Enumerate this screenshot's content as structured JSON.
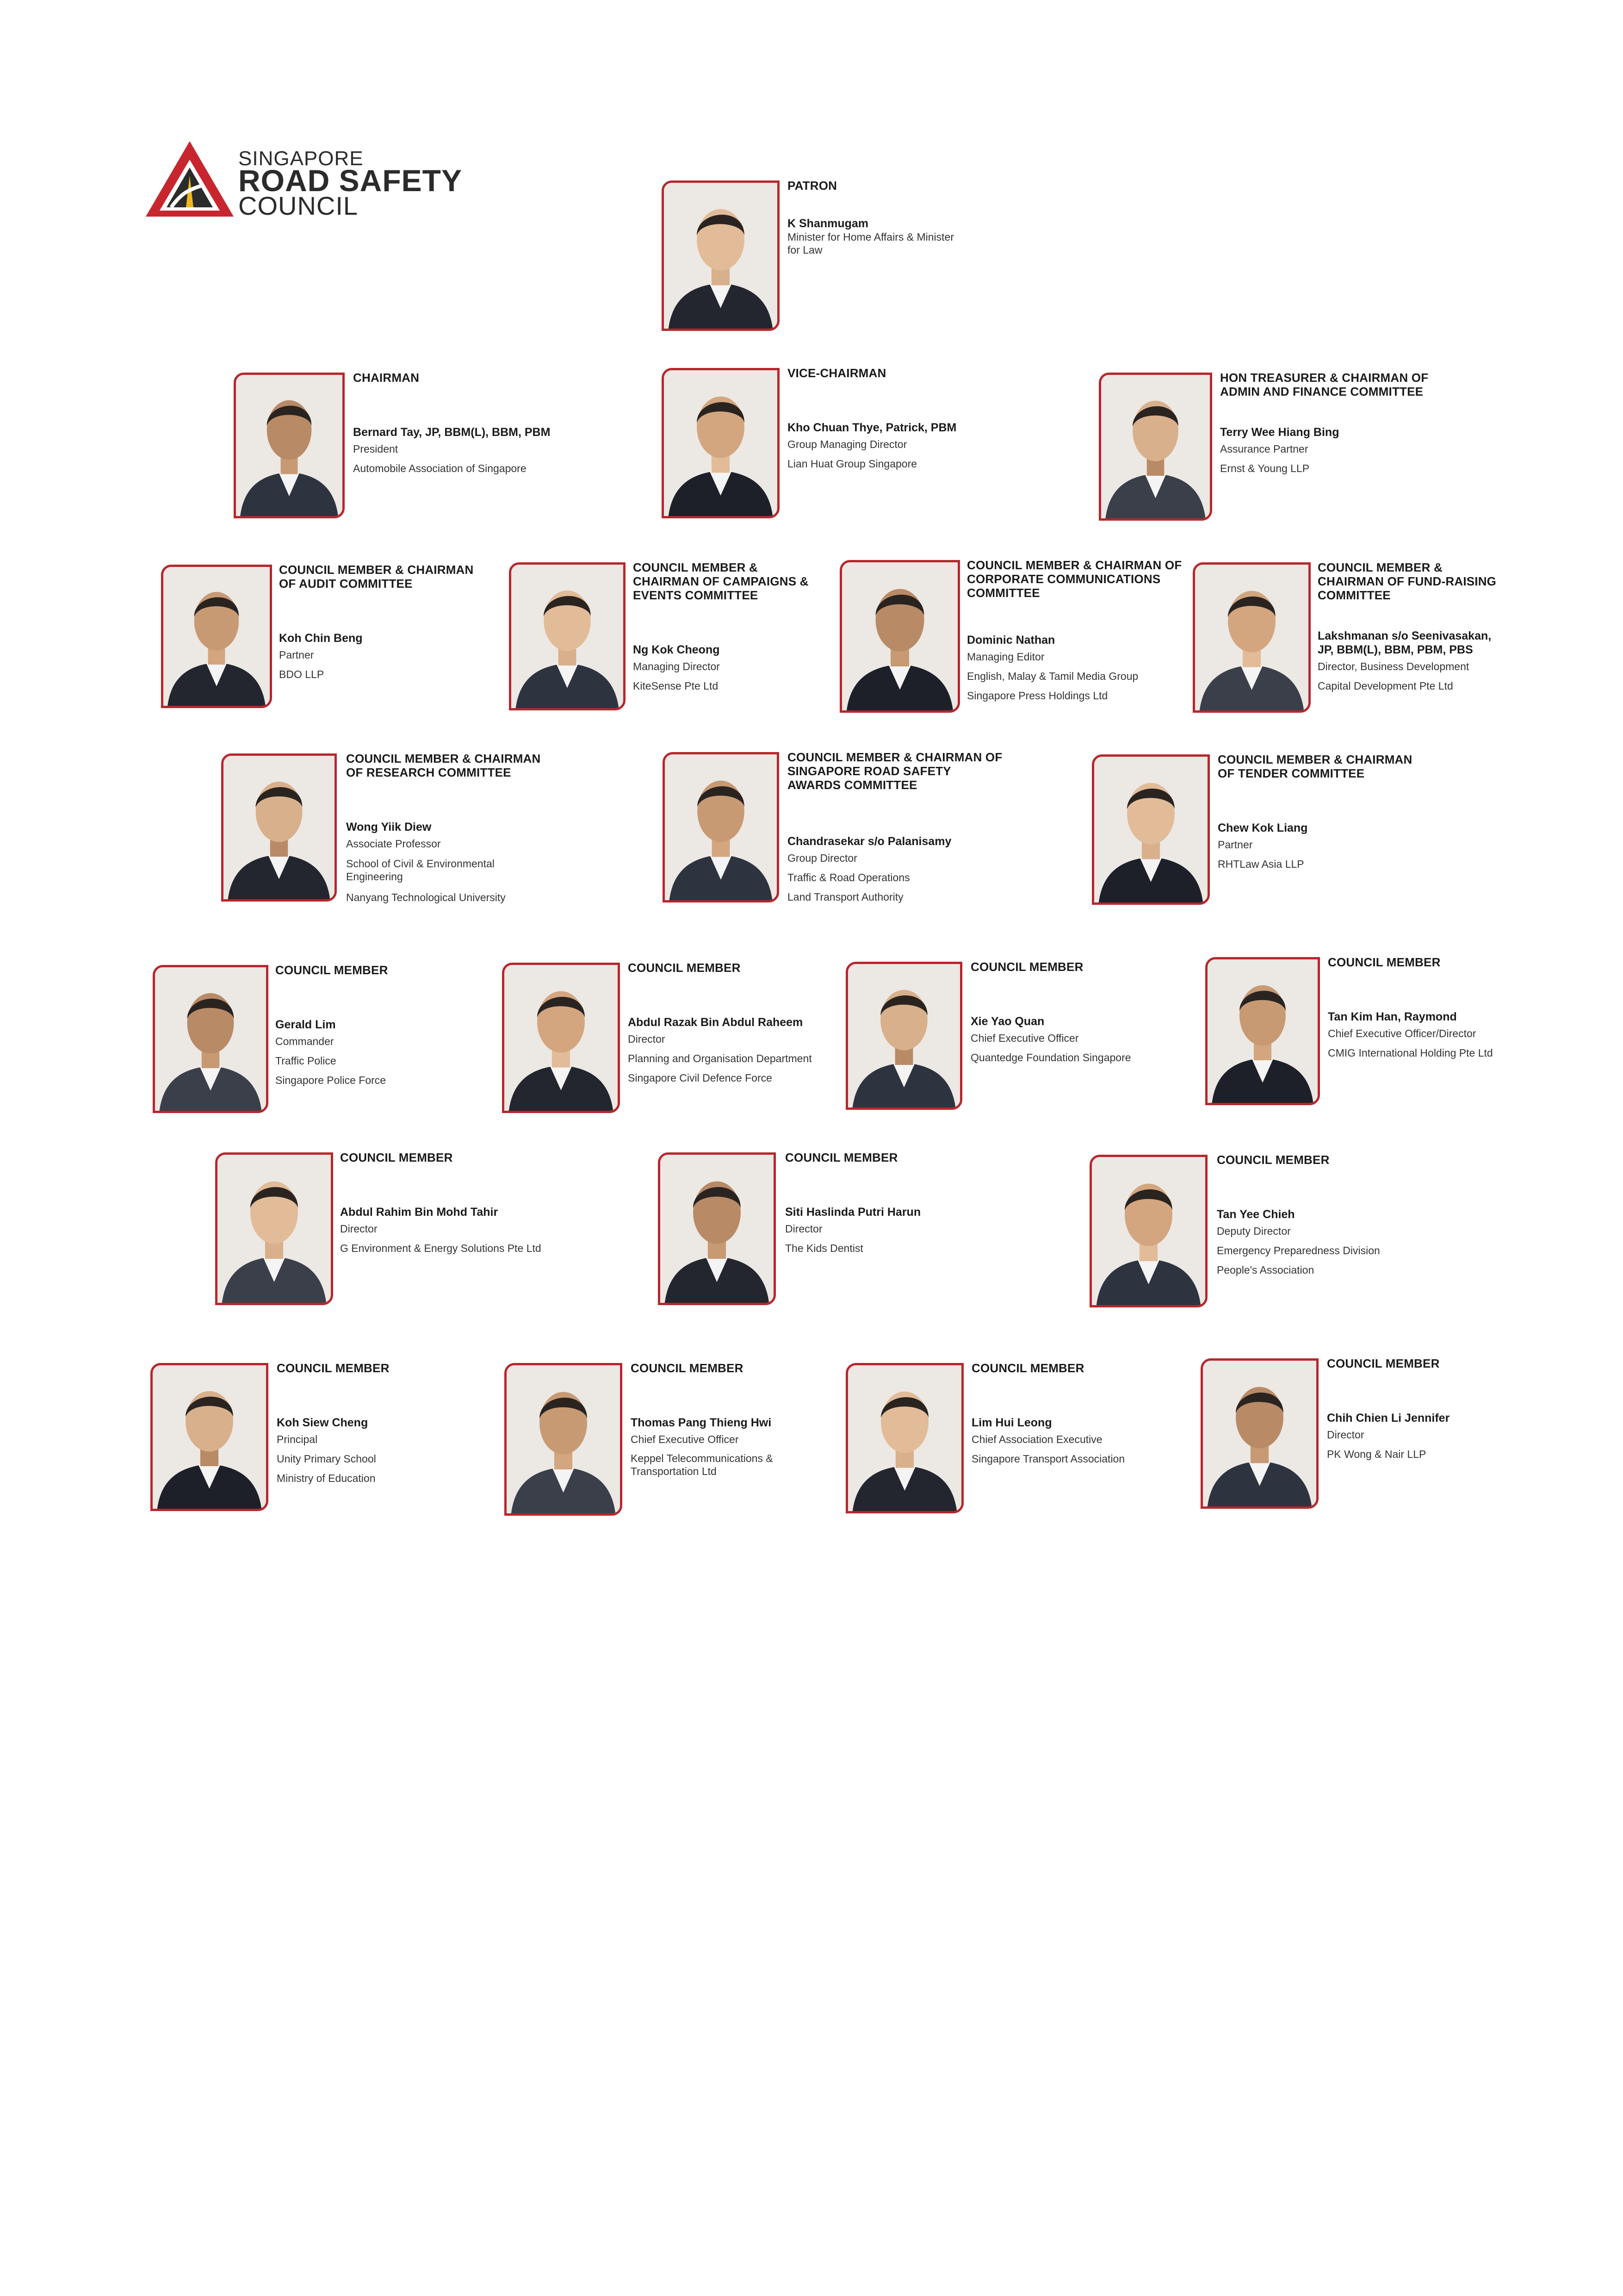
{
  "logo": {
    "line1": "SINGAPORE",
    "line2": "ROAD SAFETY",
    "line3": "COUNCIL",
    "colors": {
      "red": "#c8262e",
      "dark": "#2b2b2b",
      "yellow": "#f2b71d"
    }
  },
  "accent_color": "#b8262d",
  "members": [
    {
      "role": "PATRON",
      "name": "K Shanmugam",
      "details": [
        "Minister for Home Affairs & Minister for Law"
      ]
    },
    {
      "role": "CHAIRMAN",
      "name": "Bernard Tay, JP, BBM(L), BBM, PBM",
      "details": [
        "President",
        "Automobile Association of Singapore"
      ]
    },
    {
      "role": "VICE-CHAIRMAN",
      "name": "Kho Chuan Thye, Patrick, PBM",
      "details": [
        "Group Managing Director",
        "Lian Huat Group Singapore"
      ]
    },
    {
      "role": "HON TREASURER & CHAIRMAN OF\nADMIN AND FINANCE COMMITTEE",
      "name": "Terry Wee Hiang Bing",
      "details": [
        "Assurance Partner",
        "Ernst & Young LLP"
      ]
    },
    {
      "role": "COUNCIL MEMBER & CHAIRMAN\nOF AUDIT COMMITTEE",
      "name": "Koh Chin Beng",
      "details": [
        "Partner",
        "BDO LLP"
      ]
    },
    {
      "role": "COUNCIL MEMBER &\nCHAIRMAN OF CAMPAIGNS &\nEVENTS COMMITTEE",
      "name": "Ng Kok Cheong",
      "details": [
        "Managing Director",
        "KiteSense Pte Ltd"
      ]
    },
    {
      "role": "COUNCIL MEMBER & CHAIRMAN OF\nCORPORATE COMMUNICATIONS\nCOMMITTEE",
      "name": "Dominic Nathan",
      "details": [
        "Managing Editor",
        "English, Malay & Tamil Media Group",
        "Singapore Press Holdings Ltd"
      ]
    },
    {
      "role": "COUNCIL MEMBER &\nCHAIRMAN OF FUND-RAISING\nCOMMITTEE",
      "name": "Lakshmanan s/o Seenivasakan,\nJP, BBM(L), BBM, PBM, PBS",
      "details": [
        "Director, Business Development",
        "Capital Development Pte Ltd"
      ]
    },
    {
      "role": "COUNCIL MEMBER & CHAIRMAN\nOF RESEARCH COMMITTEE",
      "name": "Wong Yiik Diew",
      "details": [
        "Associate Professor",
        "School of Civil & Environmental Engineering",
        "Nanyang Technological University"
      ]
    },
    {
      "role": "COUNCIL MEMBER & CHAIRMAN OF\nSINGAPORE ROAD SAFETY\nAWARDS COMMITTEE",
      "name": "Chandrasekar s/o Palanisamy",
      "details": [
        "Group Director",
        "Traffic & Road Operations",
        "Land Transport Authority"
      ]
    },
    {
      "role": "COUNCIL MEMBER & CHAIRMAN\nOF TENDER COMMITTEE",
      "name": "Chew Kok Liang",
      "details": [
        "Partner",
        "RHTLaw Asia LLP"
      ]
    },
    {
      "role": "COUNCIL MEMBER",
      "name": "Gerald Lim",
      "details": [
        "Commander",
        "Traffic Police",
        "Singapore Police Force"
      ]
    },
    {
      "role": "COUNCIL MEMBER",
      "name": "Abdul Razak Bin Abdul Raheem",
      "details": [
        "Director",
        "Planning and Organisation Department",
        "Singapore Civil Defence Force"
      ]
    },
    {
      "role": "COUNCIL MEMBER",
      "name": "Xie Yao Quan",
      "details": [
        "Chief Executive Officer",
        "Quantedge Foundation Singapore"
      ]
    },
    {
      "role": "COUNCIL MEMBER",
      "name": "Tan Kim Han, Raymond",
      "details": [
        "Chief Executive Officer/Director",
        "CMIG International Holding Pte Ltd"
      ]
    },
    {
      "role": "COUNCIL MEMBER",
      "name": "Abdul Rahim Bin Mohd Tahir",
      "details": [
        "Director",
        "G Environment & Energy Solutions Pte Ltd"
      ]
    },
    {
      "role": "COUNCIL MEMBER",
      "name": "Siti Haslinda Putri Harun",
      "details": [
        "Director",
        "The Kids Dentist"
      ]
    },
    {
      "role": "COUNCIL MEMBER",
      "name": "Tan Yee Chieh",
      "details": [
        "Deputy Director",
        "Emergency Preparedness Division",
        "People's Association"
      ]
    },
    {
      "role": "COUNCIL MEMBER",
      "name": "Koh Siew Cheng",
      "details": [
        "Principal",
        "Unity Primary School",
        "Ministry of Education"
      ]
    },
    {
      "role": "COUNCIL MEMBER",
      "name": "Thomas Pang Thieng Hwi",
      "details": [
        "Chief Executive Officer",
        "Keppel Telecommunications & Transportation Ltd"
      ]
    },
    {
      "role": "COUNCIL MEMBER",
      "name": "Lim Hui Leong",
      "details": [
        "Chief Association Executive",
        "Singapore Transport Association"
      ]
    },
    {
      "role": "COUNCIL MEMBER",
      "name": "Chih Chien Li Jennifer",
      "details": [
        "Director",
        "PK Wong & Nair LLP"
      ]
    }
  ]
}
